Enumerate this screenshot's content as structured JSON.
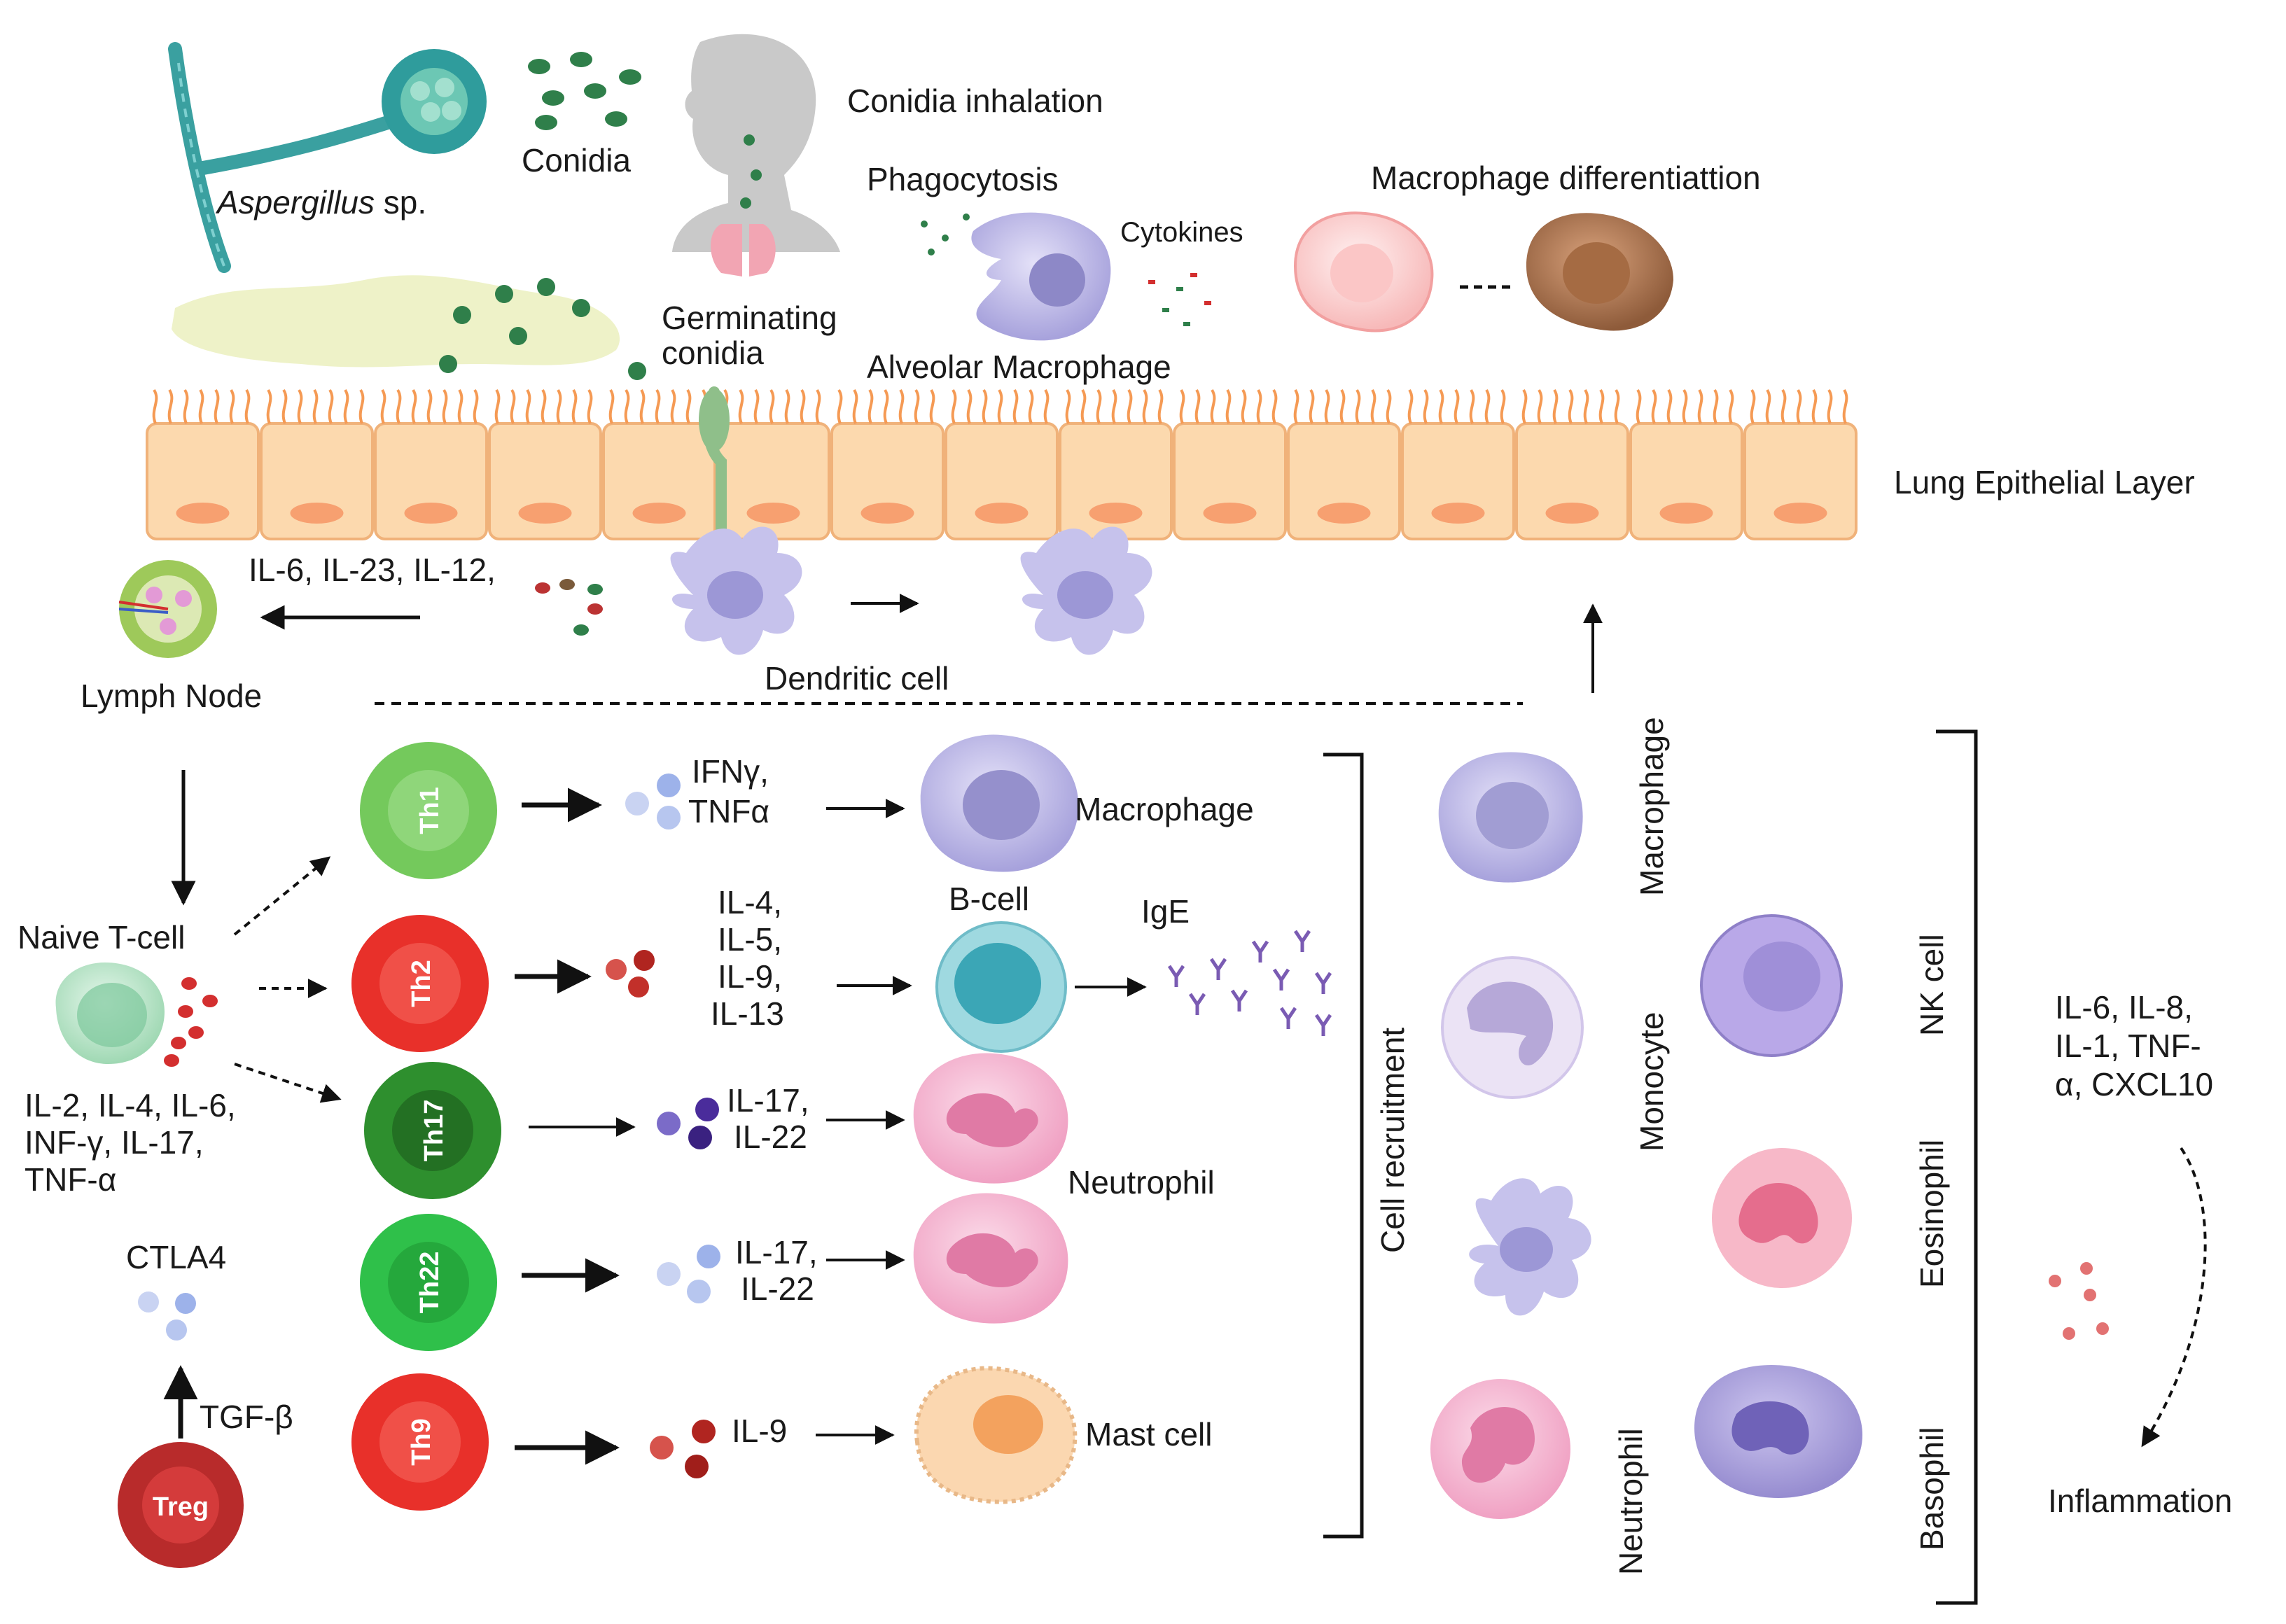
{
  "top": {
    "aspergillus_genus": "Aspergillus",
    "aspergillus_suffix": " sp.",
    "conidia": "Conidia",
    "conidia_inhalation": "Conidia inhalation",
    "phagocytosis": "Phagocytosis",
    "cytokines": "Cytokines",
    "macrophage_differentiation": "Macrophage differentiattion",
    "germinating_line1": "Germinating",
    "germinating_line2": "conidia",
    "alveolar_macrophage": "Alveolar Macrophage",
    "lung_epithelial_layer": "Lung Epithelial Layer"
  },
  "lymph": {
    "cytokines_to_node": "IL-6, IL-23, IL-12,",
    "lymph_node": "Lymph Node",
    "dendritic_cell": "Dendritic cell"
  },
  "tcells": {
    "naive_t_cell": "Naive T-cell",
    "naive_cytokines": [
      "IL-2, IL-4, IL-6,",
      "INF-γ, IL-17,",
      "TNF-α"
    ],
    "ctla4": "CTLA4",
    "tgf_beta": "TGF-β",
    "treg": "Treg",
    "rows": [
      {
        "cell": "Th1",
        "cytokines": [
          "IFNγ,",
          "TNFα"
        ],
        "target": "Macrophage"
      },
      {
        "cell": "Th2",
        "cytokines": [
          "IL-4,",
          "IL-5,",
          "IL-9,",
          "IL-13"
        ],
        "target": "B-cell",
        "product": "IgE"
      },
      {
        "cell": "Th17",
        "cytokines": [
          "IL-17,",
          "IL-22"
        ],
        "target": ""
      },
      {
        "cell": "Th22",
        "cytokines": [
          "IL-17,",
          "IL-22"
        ],
        "target": ""
      },
      {
        "cell": "Th9",
        "cytokines": [
          "IL-9"
        ],
        "target": "Mast cell"
      }
    ],
    "neutrophil": "Neutrophil"
  },
  "recruitment": {
    "cell_recruitment": "Cell recruitment",
    "cells": [
      "Macrophage",
      "Monocyte",
      "Neutrophil",
      "NK cell",
      "Eosinophil",
      "Basophil"
    ]
  },
  "inflammation": {
    "cytokines": [
      "IL-6, IL-8,",
      "IL-1, TNF-",
      "α, CXCL10"
    ],
    "label": "Inflammation"
  },
  "colors": {
    "th1": "#74c95c",
    "th2": "#e8302a",
    "th17": "#2e8f2e",
    "th22": "#2fc04a",
    "th9": "#e8302a",
    "treg": "#b82b2b",
    "epithelium": "#fcd9ae",
    "epithelium_nucleus": "#f7a070",
    "macrophage": "#b8b4e6",
    "bcell": "#8fd4de",
    "neutrophil": "#f5b3d0",
    "mast": "#fbd7b0",
    "nk": "#b9a8e8",
    "eosinophil": "#f7b8c8",
    "basophil": "#a99fd8",
    "fungus": "#3aa0a0",
    "conidia": "#2f7f4a"
  }
}
